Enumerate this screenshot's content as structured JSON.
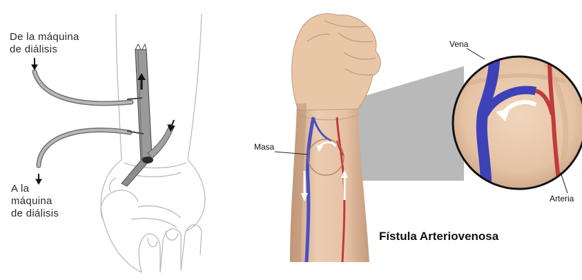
{
  "left_panel": {
    "from_machine_label_1": "De la máquina",
    "from_machine_label_2": "de diálisis",
    "to_machine_label_1": "A la",
    "to_machine_label_2": "máquina",
    "to_machine_label_3": "de diálisis"
  },
  "right_panel": {
    "vein_label": "Vena",
    "mass_label": "Masa",
    "artery_label": "Arteria",
    "title": "Fístula Arteriovenosa"
  },
  "colors": {
    "vein": "#4a4fc4",
    "artery": "#c23a3a",
    "skin": "#e8c6a6",
    "skin_shadow": "#c9a183",
    "zoom_wedge": "#b9b9b9",
    "tube": "#8a8a8a"
  }
}
